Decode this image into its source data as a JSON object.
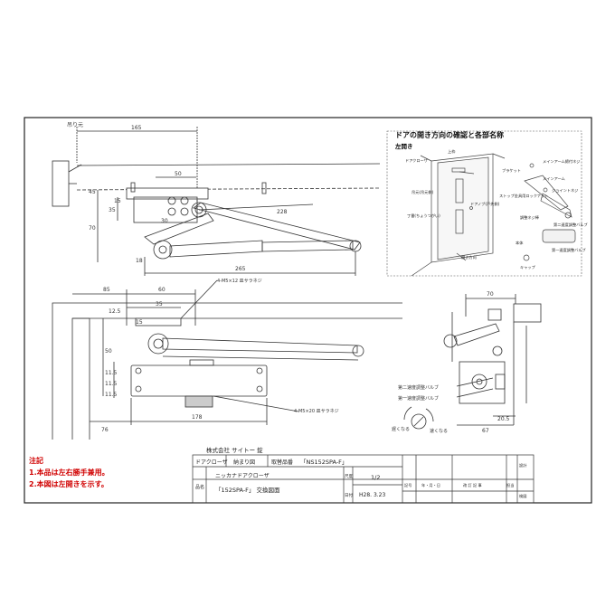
{
  "top_view": {
    "hinge_label": "吊り元",
    "dims": {
      "d165": "165",
      "d50": "50",
      "d228": "228",
      "d265": "265",
      "d70": "70",
      "d35": "35",
      "d30": "30",
      "d15": "15",
      "d18": "18",
      "d45": "45"
    }
  },
  "front_view": {
    "dims": {
      "d85": "85",
      "d60": "60",
      "d125": "12.5",
      "d35": "35",
      "d15": "15",
      "d115a": "11.5",
      "d50": "50",
      "d115b": "11.5",
      "d115c": "11.5",
      "d76": "76",
      "d178": "178"
    },
    "screw_top": "4-M5×12 皿サラネジ",
    "screw_bottom": "4-M5×20 皿サラネジ"
  },
  "side_view": {
    "dims": {
      "d70": "70",
      "d205": "20.5",
      "d67": "67"
    },
    "valve2_label": "第二速度調整バルブ",
    "valve1_label": "第一速度調整バルブ",
    "slow_label": "遅くなる",
    "fast_label": "速くなる"
  },
  "inset": {
    "title": "ドアの開き方向の確認と各部名称",
    "subtitle": "左開き",
    "top_label": "上枠",
    "door_closer": "ドアクローザ",
    "hinge_pivot": "吊元(吊元側)",
    "door_knob": "ドアノブ(戸先側)",
    "hinge_pin": "丁番(ちょうつがい)",
    "open_dir": "開き方向",
    "bracket": "ブラケット",
    "main_arm_screw": "メインアーム締付ネジ",
    "main_arm": "メインアーム",
    "joint_screw": "ジョイントネジ",
    "stop_lock": "ストップ金具用ロックナット",
    "adj_screw": "調整ネジ棒",
    "second_valve": "第二速度調整バルブ",
    "body": "本体",
    "first_valve": "第一速度調整バルブ",
    "cap": "キャップ"
  },
  "title_block": {
    "company": "株式会社 サイトー 錠",
    "product": "ドアクローザ",
    "drawing_type": "納まり図",
    "ref_label": "取替品番",
    "ref_value": "「NS152SPA-F」",
    "name_label": "品名",
    "name_line1": "ニッカナドアクローザ",
    "name_line2": "「152SPA-F」 交換図面",
    "scale_label": "尺度",
    "scale_value": "1/2",
    "date_label": "日付",
    "date_value": "H28. 3.23",
    "rev_no": "記号",
    "rev_date": "年・月・日",
    "rev_desc": "改 訂 記 事",
    "rev_mark": "担当",
    "check1": "設計",
    "check2": "検図"
  },
  "notes": {
    "heading": "注記",
    "line1": "1.本品は左右勝手兼用。",
    "line2": "2.本図は左開きを示す。"
  }
}
